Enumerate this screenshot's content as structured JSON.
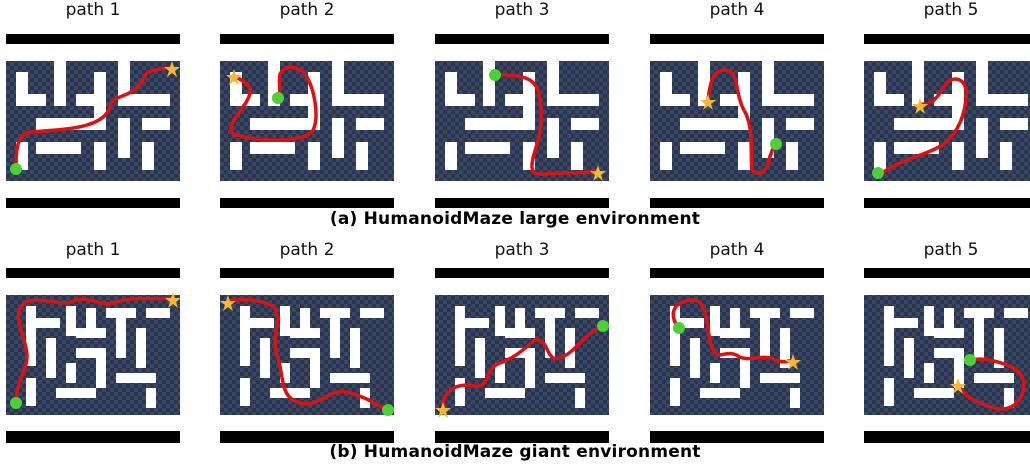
{
  "figure": {
    "rows": [
      {
        "caption": "(a) HumanoidMaze large environment",
        "panels": [
          {
            "title": "path 1"
          },
          {
            "title": "path 2"
          },
          {
            "title": "path 3"
          },
          {
            "title": "path 4"
          },
          {
            "title": "path 5"
          }
        ]
      },
      {
        "caption": "(b) HumanoidMaze giant environment",
        "panels": [
          {
            "title": "path 1"
          },
          {
            "title": "path 2"
          },
          {
            "title": "path 3"
          },
          {
            "title": "path 4"
          },
          {
            "title": "path 5"
          }
        ]
      }
    ]
  },
  "colors": {
    "wall": "#ffffff",
    "floor": "#2a3550",
    "floor_check": "#3a4866",
    "path": "#e01010",
    "start": "#4cd137",
    "goal": "#f7b731",
    "bar": "#000000"
  }
}
